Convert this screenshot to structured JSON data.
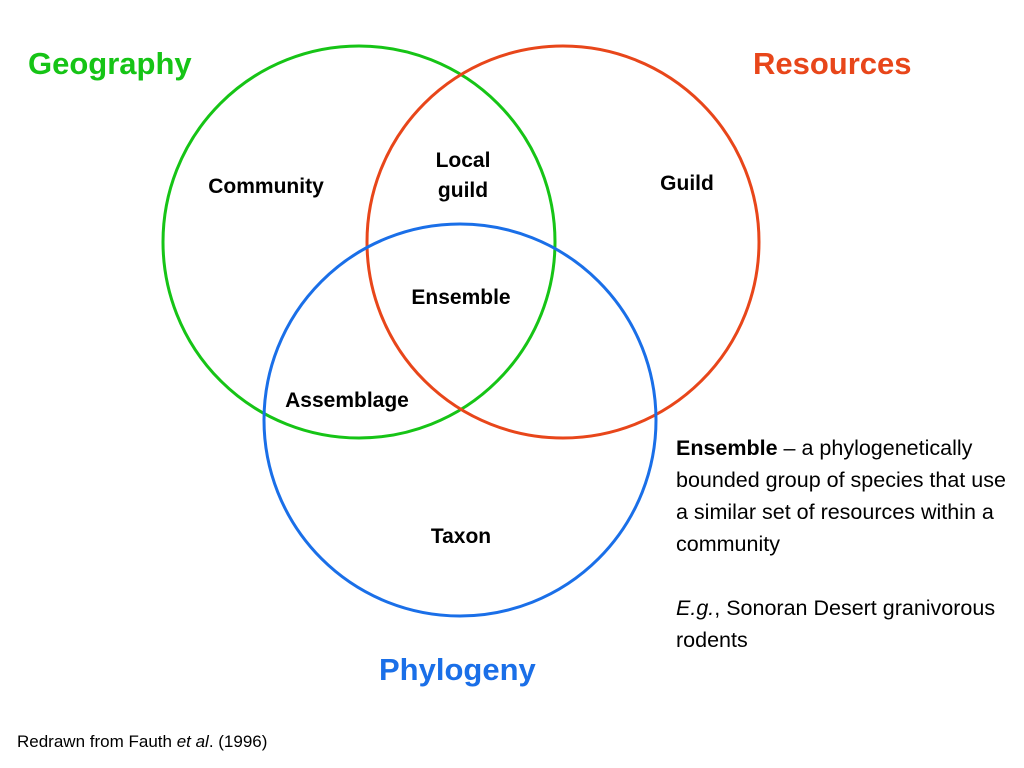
{
  "sets": {
    "geography": {
      "label": "Geography",
      "color": "#16c416"
    },
    "resources": {
      "label": "Resources",
      "color": "#e8461a"
    },
    "phylogeny": {
      "label": "Phylogeny",
      "color": "#1a6fe8"
    }
  },
  "regions": {
    "community": "Community",
    "local_guild_line1": "Local",
    "local_guild_line2": "guild",
    "guild": "Guild",
    "ensemble": "Ensemble",
    "assemblage": "Assemblage",
    "taxon": "Taxon"
  },
  "definition": {
    "term": "Ensemble",
    "dash": " – a phylogenetically bounded group of species that use a similar set of resources within a community",
    "example_eg": "E.g.",
    "example_text": ", Sonoran Desert granivorous rodents"
  },
  "citation": {
    "prefix": "Redrawn from Fauth ",
    "etal": "et al",
    "suffix": ". (1996)"
  }
}
